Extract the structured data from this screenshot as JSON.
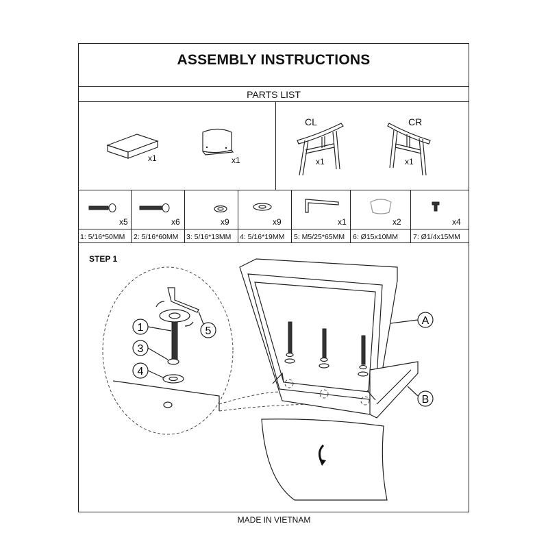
{
  "title": "ASSEMBLY INSTRUCTIONS",
  "parts_list_title": "PARTS LIST",
  "panels": [
    {
      "label": "A",
      "qty": "x1"
    },
    {
      "label": "B",
      "qty": "x1"
    },
    {
      "label": "CL",
      "qty": "x1"
    },
    {
      "label": "CR",
      "qty": "x1"
    }
  ],
  "hardware": [
    {
      "qty": "x5",
      "spec": "1: 5/16*50MM",
      "icon": "bolt-50mm-icon"
    },
    {
      "qty": "x6",
      "spec": "2: 5/16*60MM",
      "icon": "bolt-60mm-icon"
    },
    {
      "qty": "x9",
      "spec": "3: 5/16*13MM",
      "icon": "spring-washer-icon"
    },
    {
      "qty": "x9",
      "spec": "4: 5/16*19MM",
      "icon": "flat-washer-icon"
    },
    {
      "qty": "x1",
      "spec": "5: M5/25*65MM",
      "icon": "allen-key-icon"
    },
    {
      "qty": "x2",
      "spec": "6: Ø15x10MM",
      "icon": "felt-pad-icon"
    },
    {
      "qty": "x4",
      "spec": "7: Ø1/4x15MM",
      "icon": "leveler-icon"
    }
  ],
  "step_label": "STEP 1",
  "callouts": [
    "1",
    "3",
    "4",
    "5",
    "A",
    "B"
  ],
  "footer": "MADE IN VIETNAM"
}
